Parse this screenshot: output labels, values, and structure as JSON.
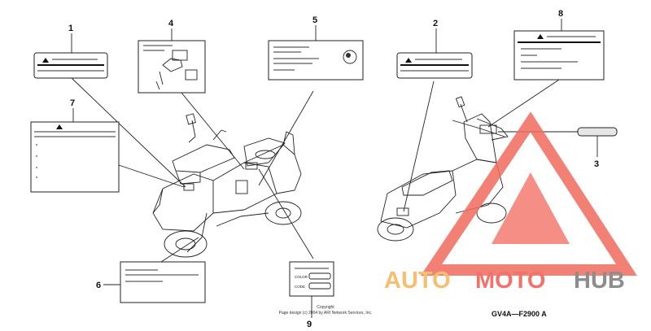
{
  "callouts": [
    {
      "id": "1",
      "text": "1"
    },
    {
      "id": "2",
      "text": "2"
    },
    {
      "id": "3",
      "text": "3"
    },
    {
      "id": "4",
      "text": "4"
    },
    {
      "id": "5",
      "text": "5"
    },
    {
      "id": "6",
      "text": "6"
    },
    {
      "id": "7",
      "text": "7"
    },
    {
      "id": "8",
      "text": "8"
    },
    {
      "id": "9",
      "text": "9"
    }
  ],
  "tag_color": "COLOR",
  "tag_code": "CODE",
  "copyright_label": "Copyright",
  "copyright_line": "Page design (c) 2004 by ARI Network Services, Inc.",
  "diagram_code": "GV4A—F2900 A",
  "watermark": {
    "auto": "AUTO",
    "moto": "MOTO",
    "hub": "HUB",
    "color_orange": "#f6b35a",
    "color_red": "#ee5a4f",
    "color_gray": "#7a7a7a",
    "triangle_color": "#f26b5e"
  }
}
